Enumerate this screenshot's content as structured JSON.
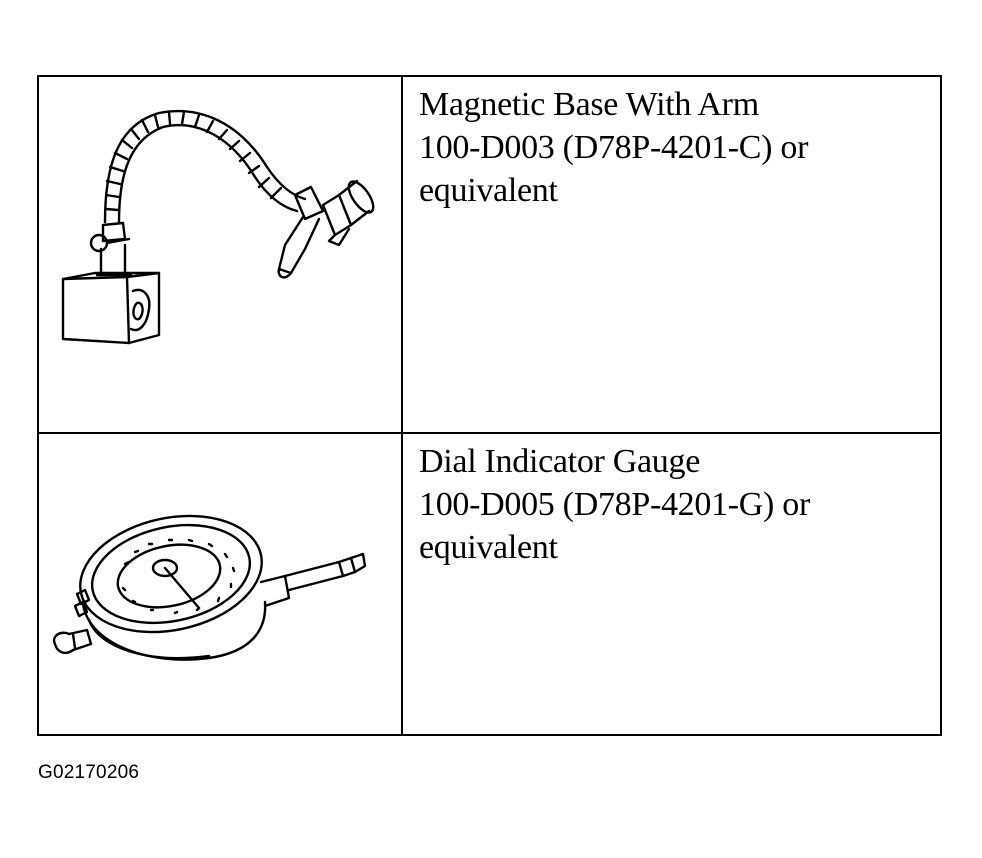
{
  "tools": [
    {
      "name": "Magnetic Base With Arm",
      "part_number": "100-D003 (D78P-4201-C) or",
      "note": "equivalent",
      "icon": "magnetic-base-arm-icon"
    },
    {
      "name": "Dial Indicator Gauge",
      "part_number": "100-D005 (D78P-4201-G) or",
      "note": "equivalent",
      "icon": "dial-indicator-icon"
    }
  ],
  "figure_id": "G02170206"
}
